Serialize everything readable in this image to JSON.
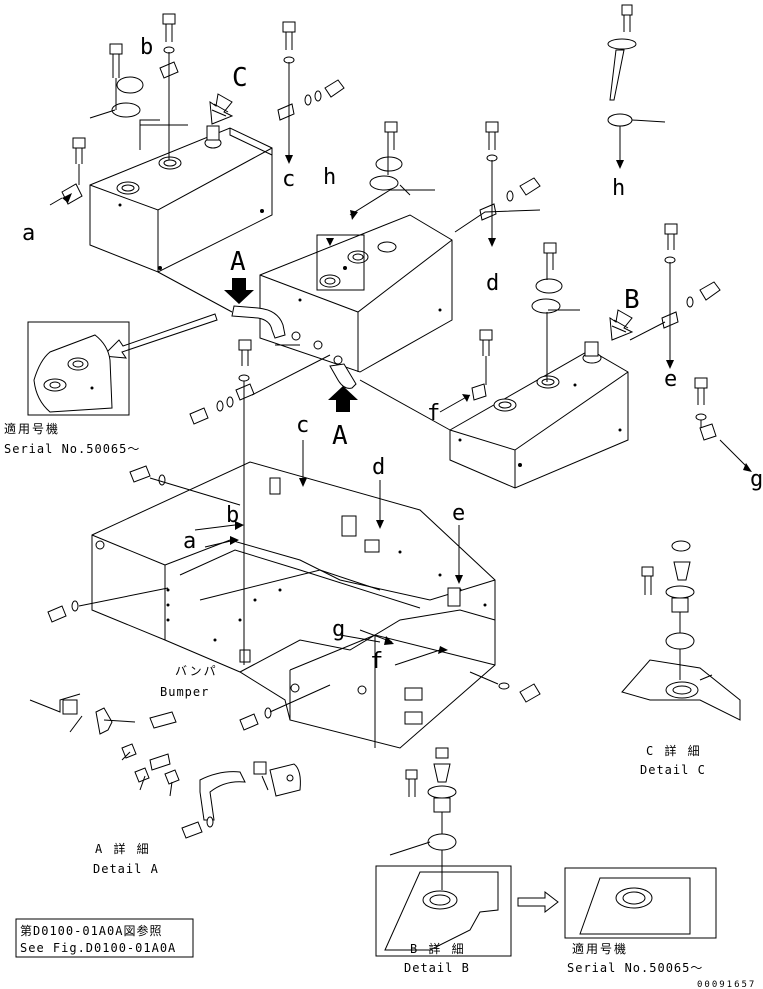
{
  "callouts": {
    "A_top": "A",
    "A_bottom": "A",
    "B": "B",
    "C": "C",
    "a1": "a",
    "a2": "a",
    "b1": "b",
    "b2": "b",
    "c1": "c",
    "c2": "c",
    "d1": "d",
    "d2": "d",
    "e1": "e",
    "e2": "e",
    "f1": "f",
    "f2": "f",
    "g1": "g",
    "g2": "g",
    "h1": "h",
    "h2": "h"
  },
  "serial_top": {
    "jp": "適用号機",
    "en": "Serial No.50065～"
  },
  "bumper": {
    "jp": "バンパ",
    "en": "Bumper"
  },
  "detail_a": {
    "jp": "A 詳 細",
    "en": "Detail A"
  },
  "detail_b": {
    "jp": "B 詳 細",
    "en": "Detail B"
  },
  "detail_c": {
    "jp": "C 詳 細",
    "en": "Detail C"
  },
  "serial_bottom": {
    "jp": "適用号機",
    "en": "Serial No.50065～"
  },
  "see_fig": {
    "jp": "第D0100-01A0A図参照",
    "en": "See Fig.D0100-01A0A"
  },
  "part_id": "00091657"
}
